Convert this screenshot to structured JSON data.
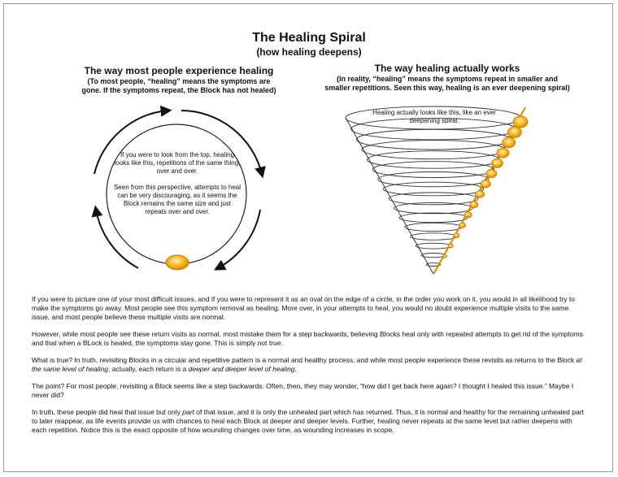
{
  "header": {
    "title": "The Healing Spiral",
    "subtitle": "(how healing deepens)"
  },
  "left_panel": {
    "heading": "The way most people experience healing",
    "subheading_line1": "(To most people, “healing” means the symptoms are",
    "subheading_line2": "gone. If the symptoms repeat, the Block has not healed)",
    "circle_text_1": "If you were to look from the top, healing looks like this, repetitions of the same thing, over and over.",
    "circle_text_2": "Seen from this perspective, attempts to heal can be very discouraging, as it seems the Block remains the same size and just repeats over and over."
  },
  "right_panel": {
    "heading": "The way healing actually works",
    "subheading_line1": "(In reality, “healing” means the symptoms repeat in smaller and",
    "subheading_line2": "smaller repetitions. Seen this way, healing is an ever deepening spiral)",
    "cone_caption": "Healing actually looks like this, like an ever deepening spiral."
  },
  "body": {
    "p1": "If you were to picture one of your most difficult issues, and if you were to represent it as an oval on the edge of a circle, in the order you work on it, you would in all likelihood try to make the symptoms go away. Most people see this symptom removal as healing. More over, in your attempts to heal, you would no doubt experience multiple visits to the same issue, and most people believe these multiple visits are normal.",
    "p2": "However, while most people see these return visits as normal, most mistake them for a step backwards, believing Blocks heal only with repeated attempts to get rid of the symptoms and that when a BLock is healed, the symptoms stay gone. This is simply not true.",
    "p3_a": "What is true? In truth, revisiting Blocks in a circular and repetitive pattern is a normal and healthy process, and while most people experience these revisits as returns to the Block ",
    "p3_b": "at the same level of healing",
    "p3_c": ", actually, each return is a ",
    "p3_d": "deeper and deeper level of healing",
    "p3_e": ".",
    "p4": "The point? For most people, revisiting a Block seems like a step backwards. Often, then, they may wonder, “how did I get back here again? I thought I healed this issue.” Maybe I never did?",
    "p5_a": "In truth, these people did heal that issue but only ",
    "p5_b": "part",
    "p5_c": " of that issue, and it is only the unhealed part which has returned. Thus, it is normal and healthy for the remaining unhealed part to later reappear, as life events provide us with chances to heal each Block at deeper and deeper levels. Further, healing never repeats at the same level but rather deepens with each repetition. Notice this is the exact opposite of how wounding changes over time, as wounding increases in scope."
  },
  "colors": {
    "oval_fill": "#f7b21f",
    "oval_stroke": "#c77a00",
    "spiral_stroke": "#333333",
    "frame": "#9a9a9a"
  }
}
